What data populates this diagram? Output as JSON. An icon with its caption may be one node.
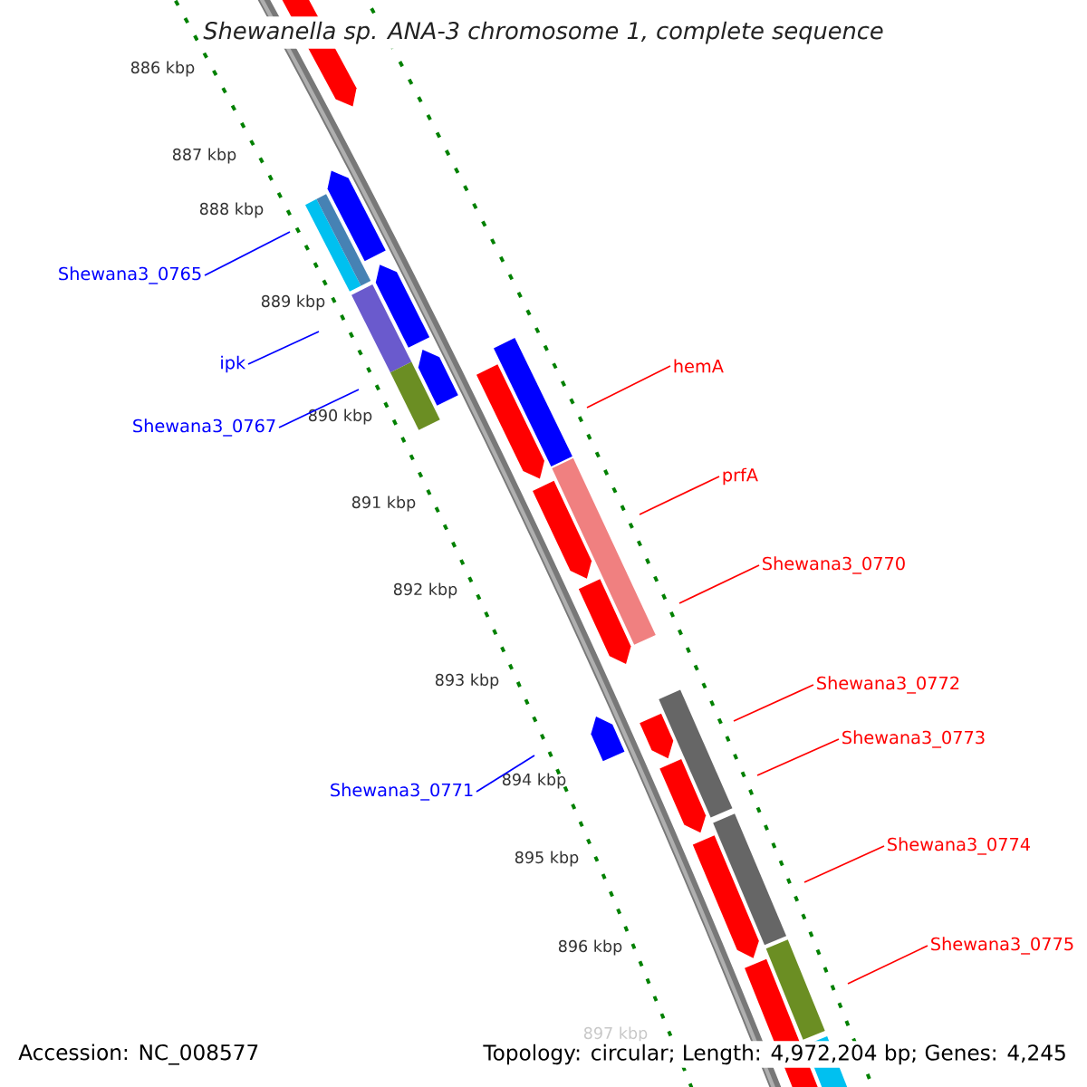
{
  "diagram": {
    "title": "*Shewanella sp.* ANA-3 chromosome 1, complete sequence",
    "nodes": [
      {
        "text": [
          "Shewana3_0765"
        ]
      },
      {
        "text": [
          "ipk"
        ]
      },
      {
        "text": [
          "hemA"
        ]
      },
      {
        "text": [
          "Shewana3_0767"
        ]
      },
      {
        "text": [
          "prfA"
        ]
      },
      {
        "text": [
          "Shewana3_0770"
        ]
      },
      {
        "text": [
          "Shewana3_0772"
        ]
      },
      {
        "text": [
          "Shewana3_0773"
        ]
      },
      {
        "text": [
          "Shewana3_0771"
        ]
      },
      {
        "text": [
          "Shewana3_0774"
        ]
      },
      {
        "text": [
          "Shewana3_0775"
        ]
      }
    ],
    "edges": [
      {
        "from": 0,
        "to": null,
        "arrow": "none",
        "color": "#0000ff"
      },
      {
        "from": 1,
        "to": null,
        "arrow": "none",
        "color": "#0000ff"
      },
      {
        "from": 2,
        "to": null,
        "arrow": "none"
      },
      {
        "from": 3,
        "to": null,
        "arrow": "none",
        "color": "#0000ff"
      },
      {
        "from": 4,
        "to": null,
        "arrow": "none"
      },
      {
        "from": 5,
        "to": null,
        "arrow": "none"
      },
      {
        "from": 6,
        "to": null,
        "arrow": "none"
      },
      {
        "from": 7,
        "to": null,
        "arrow": "none"
      },
      {
        "from": 8,
        "to": null,
        "arrow": "none",
        "color": "#0000ff"
      },
      {
        "from": 9,
        "to": null,
        "arrow": "none"
      },
      {
        "from": 10,
        "to": null,
        "arrow": "none"
      }
    ],
    "labels": [
      "886 kbp",
      "887 kbp",
      "888 kbp",
      "889 kbp",
      "890 kbp",
      "891 kbp",
      "892 kbp",
      "893 kbp",
      "894 kbp",
      "895 kbp",
      "896 kbp",
      "897 kbp",
      "Accession: NC_008577",
      "Topology: circular; Length: 4,972,204 bp; Genes: 4,245"
    ]
  }
}
